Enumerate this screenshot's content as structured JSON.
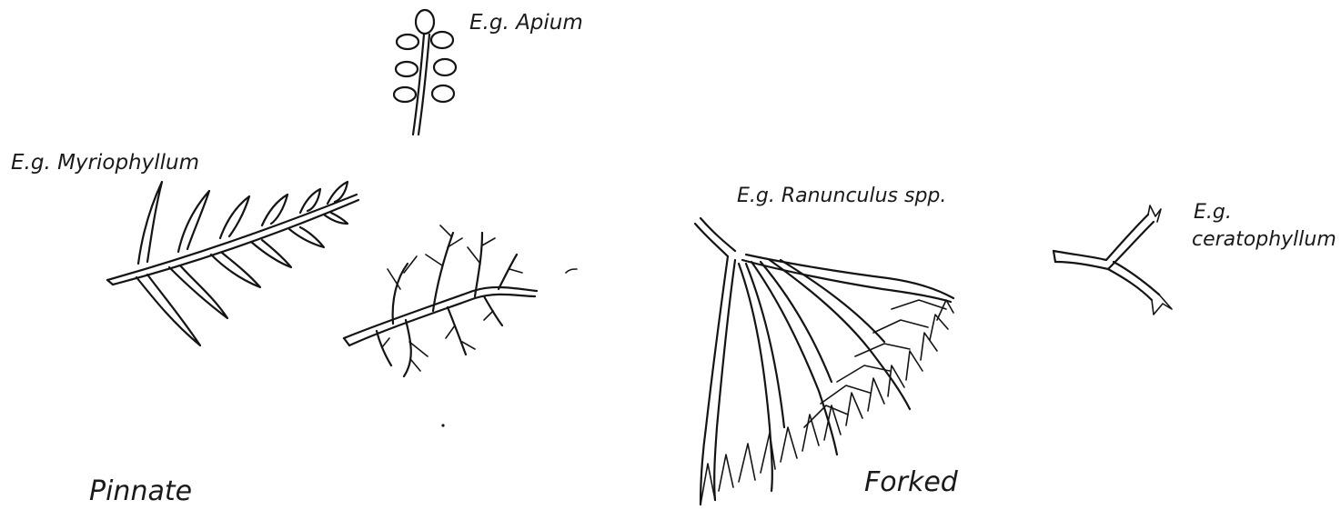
{
  "labels": {
    "apium": "E.g. Apium",
    "myriophyllum": "E.g. Myriophyllum",
    "ranunculus": "E.g. Ranunculus spp.",
    "ceratophyllum_prefix": "E.g.",
    "ceratophyllum_name": "ceratophyllum",
    "pinnate": "Pinnate",
    "forked": "Forked"
  },
  "colors": {
    "ink": "#141414",
    "paper": "#ffffff"
  }
}
